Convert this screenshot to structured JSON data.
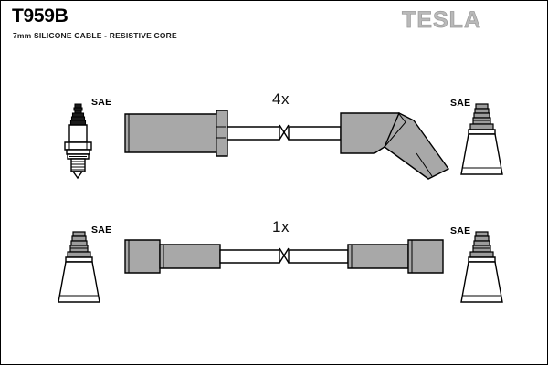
{
  "document": {
    "part_number": "T959B",
    "description": "7mm SILICONE CABLE - RESISTIVE CORE",
    "brand": "TESLA"
  },
  "assemblies": [
    {
      "id": "row-1",
      "quantity_label": "4x",
      "left_terminal": {
        "type": "spark-plug",
        "standard_label": "SAE"
      },
      "left_boot": {
        "type": "straight-boot"
      },
      "right_boot": {
        "type": "angled-boot"
      },
      "right_terminal": {
        "type": "distributor-terminal",
        "standard_label": "SAE"
      },
      "cable": {
        "break_symbol": true
      }
    },
    {
      "id": "row-2",
      "quantity_label": "1x",
      "left_terminal": {
        "type": "distributor-terminal",
        "standard_label": "SAE"
      },
      "left_boot": {
        "type": "straight-boot"
      },
      "right_boot": {
        "type": "straight-boot"
      },
      "right_terminal": {
        "type": "distributor-terminal",
        "standard_label": "SAE"
      },
      "cable": {
        "break_symbol": true
      }
    }
  ],
  "colors": {
    "outline": "#000000",
    "boot_fill": "#a8a8a8",
    "metal_fill": "#9c9c9c",
    "cable_fill": "#ffffff",
    "logo": "#b9b9b9",
    "background": "#ffffff"
  }
}
